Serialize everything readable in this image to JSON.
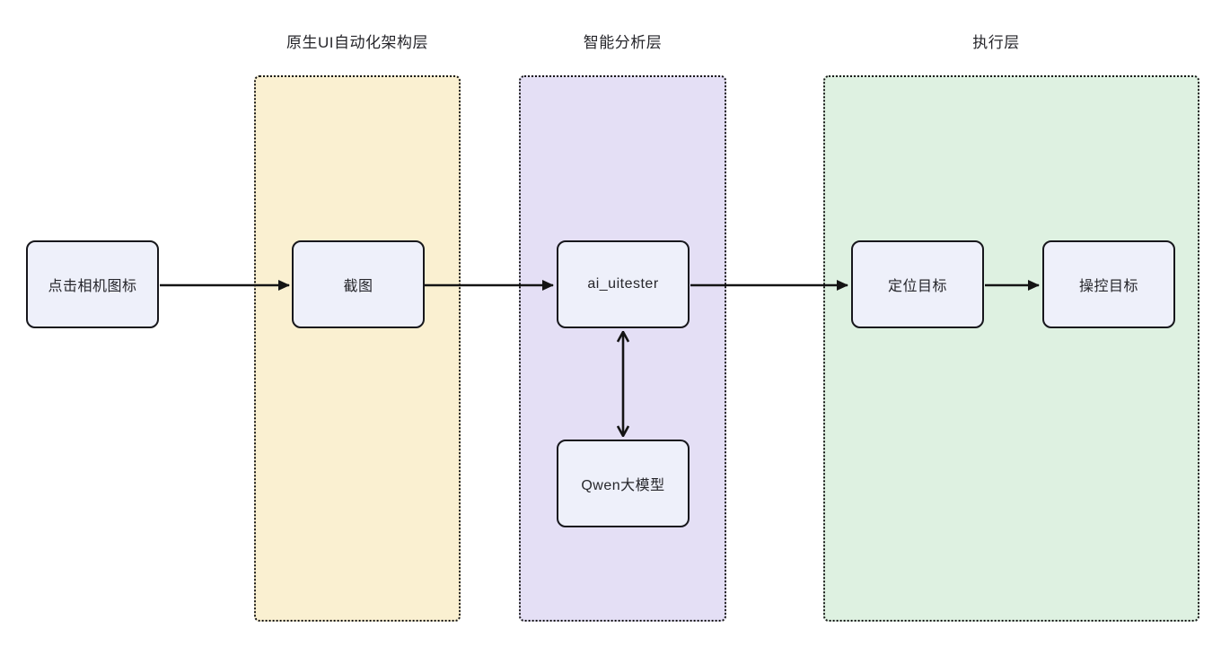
{
  "diagram": {
    "background": "#ffffff",
    "edge_color": "#141414",
    "node_style": {
      "fill": "#eef0fa",
      "border": "#17171c",
      "text": "#26262b"
    },
    "layers": [
      {
        "id": "native-ui-automation",
        "label": "原生UI自动化架构层",
        "fill": "#faf0d1"
      },
      {
        "id": "intelligent-analysis",
        "label": "智能分析层",
        "fill": "#e4dff5"
      },
      {
        "id": "execution",
        "label": "执行层",
        "fill": "#def1e1"
      }
    ],
    "nodes": [
      {
        "id": "click-camera-icon",
        "label": "点击相机图标",
        "layer": null
      },
      {
        "id": "screenshot",
        "label": "截图",
        "layer": "native-ui-automation"
      },
      {
        "id": "ai-uitester",
        "label": "ai_uitester",
        "layer": "intelligent-analysis"
      },
      {
        "id": "qwen-model",
        "label": "Qwen大模型",
        "layer": "intelligent-analysis"
      },
      {
        "id": "locate-target",
        "label": "定位目标",
        "layer": "execution"
      },
      {
        "id": "control-target",
        "label": "操控目标",
        "layer": "execution"
      }
    ],
    "edges": [
      {
        "from": "click-camera-icon",
        "to": "screenshot",
        "direction": "one-way"
      },
      {
        "from": "screenshot",
        "to": "ai-uitester",
        "direction": "one-way"
      },
      {
        "from": "ai-uitester",
        "to": "qwen-model",
        "direction": "two-way"
      },
      {
        "from": "ai-uitester",
        "to": "locate-target",
        "direction": "one-way"
      },
      {
        "from": "locate-target",
        "to": "control-target",
        "direction": "one-way"
      }
    ]
  }
}
